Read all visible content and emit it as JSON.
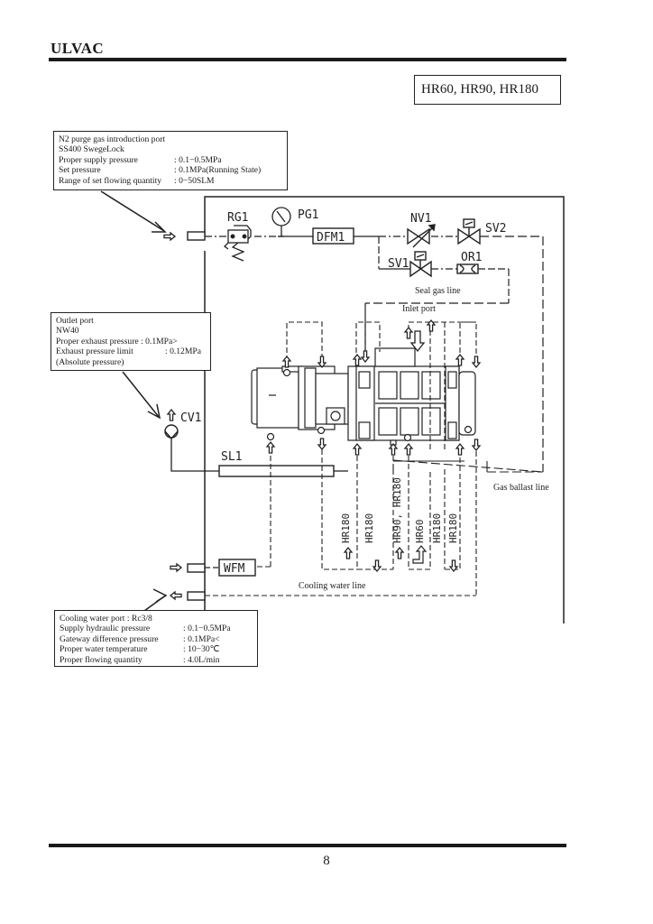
{
  "header": {
    "brand": "ULVAC",
    "models": "HR60, HR90, HR180"
  },
  "notes": {
    "n2_purge": {
      "title": "N2 purge gas introduction port",
      "connector": "SS400 SwegeLock",
      "rows": [
        {
          "key": "Proper supply pressure",
          "value": ": 0.1−0.5MPa"
        },
        {
          "key": "Set pressure",
          "value": ": 0.1MPa(Running State)"
        },
        {
          "key": "Range of set flowing quantity",
          "value": ": 0−50SLM"
        }
      ]
    },
    "outlet": {
      "title": "Outlet port",
      "connector": "NW40",
      "rows": [
        {
          "key": "Proper exhaust pressure",
          "value": ": 0.1MPa>"
        },
        {
          "key": "Exhaust pressure limit",
          "value": ": 0.12MPa"
        }
      ],
      "footnote": "(Absolute pressure)"
    },
    "cooling": {
      "title": "Cooling water port : Rc3/8",
      "rows": [
        {
          "key": "Supply hydraulic pressure",
          "value": ": 0.1−0.5MPa"
        },
        {
          "key": "Gateway difference pressure",
          "value": ": 0.1MPa<"
        },
        {
          "key": "Proper water temperature",
          "value": ": 10−30℃"
        },
        {
          "key": "Proper flowing quantity",
          "value": ": 4.0L/min"
        }
      ]
    }
  },
  "components": {
    "rg1": "RG1",
    "pg1": "PG1",
    "dfm1": "DFM1",
    "nv1": "NV1",
    "sv1": "SV1",
    "sv2": "SV2",
    "or1": "OR1",
    "cv1": "CV1",
    "sl1": "SL1",
    "wfm": "WFM"
  },
  "lines": {
    "seal_gas": "Seal gas line",
    "inlet_port": "Inlet port",
    "gas_ballast": "Gas ballast line",
    "cooling_water": "Cooling water line"
  },
  "model_tags": [
    "HR180",
    "HR180",
    "HR90, HR180",
    "HR60",
    "HR180",
    "HR180"
  ],
  "footer": {
    "page_number": "8"
  }
}
